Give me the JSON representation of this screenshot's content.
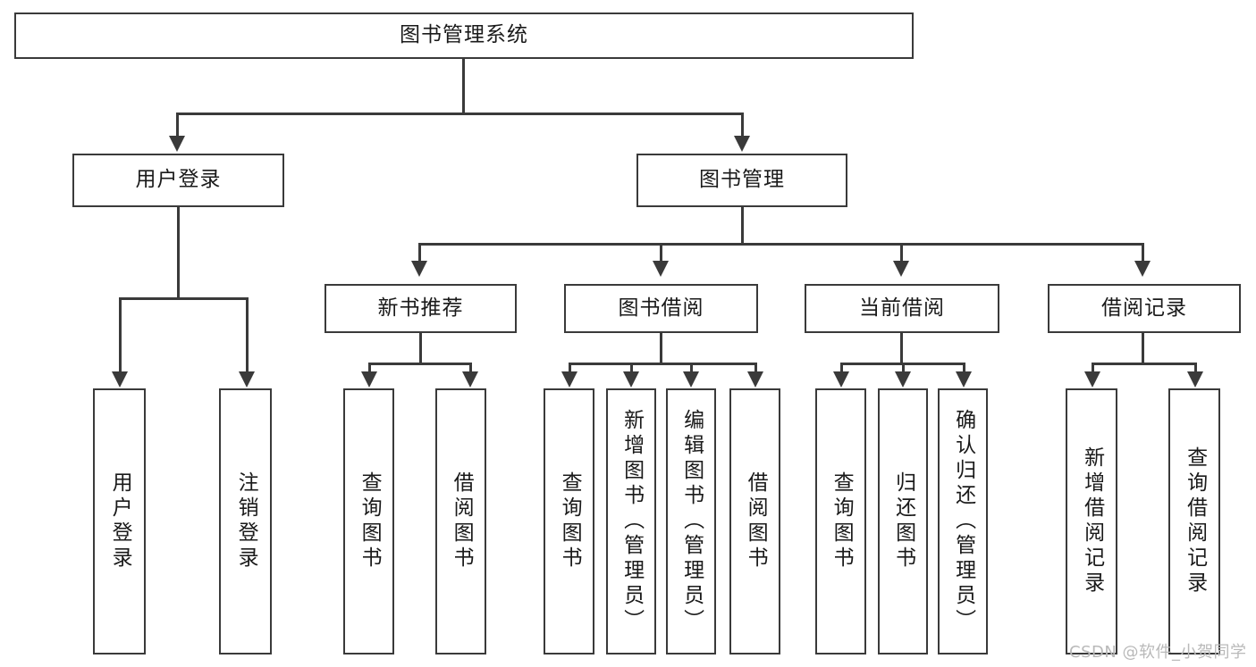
{
  "diagram": {
    "type": "tree",
    "title": "图书管理系统",
    "orientation": "top-down",
    "levels": 4
  },
  "root": {
    "label": "图书管理系统",
    "id": "root"
  },
  "level2": [
    {
      "id": "user-login",
      "label": "用户登录"
    },
    {
      "id": "book-management",
      "label": "图书管理"
    }
  ],
  "level3": [
    {
      "id": "new-book-recommend",
      "label": "新书推荐",
      "parent": "book-management"
    },
    {
      "id": "book-borrow",
      "label": "图书借阅",
      "parent": "book-management"
    },
    {
      "id": "current-borrow",
      "label": "当前借阅",
      "parent": "book-management"
    },
    {
      "id": "borrow-record",
      "label": "借阅记录",
      "parent": "book-management"
    }
  ],
  "leaves": {
    "user_login": [
      {
        "id": "leaf-user-login",
        "label": "用户登录"
      },
      {
        "id": "leaf-logout-login",
        "label": "注销登录"
      }
    ],
    "new_book_recommend": [
      {
        "id": "leaf-query-book-1",
        "label": "查询图书"
      },
      {
        "id": "leaf-borrow-book-1",
        "label": "借阅图书"
      }
    ],
    "book_borrow": [
      {
        "id": "leaf-query-book-2",
        "label": "查询图书"
      },
      {
        "id": "leaf-add-book",
        "label": "新增图书（管理员）"
      },
      {
        "id": "leaf-edit-book",
        "label": "编辑图书（管理员）"
      },
      {
        "id": "leaf-borrow-book-2",
        "label": "借阅图书"
      }
    ],
    "current_borrow": [
      {
        "id": "leaf-query-book-3",
        "label": "查询图书"
      },
      {
        "id": "leaf-return-book",
        "label": "归还图书"
      },
      {
        "id": "leaf-confirm-return",
        "label": "确认归还（管理员）"
      }
    ],
    "borrow_record": [
      {
        "id": "leaf-add-record",
        "label": "新增借阅记录"
      },
      {
        "id": "leaf-query-record",
        "label": "查询借阅记录"
      }
    ]
  },
  "watermark": {
    "text": "CSDN @软件_小贺同学"
  },
  "colors": {
    "line": "#3a3a3a",
    "box_fill": "#ffffff",
    "text": "#1a1a1a",
    "watermark": "#b9b9b9"
  }
}
